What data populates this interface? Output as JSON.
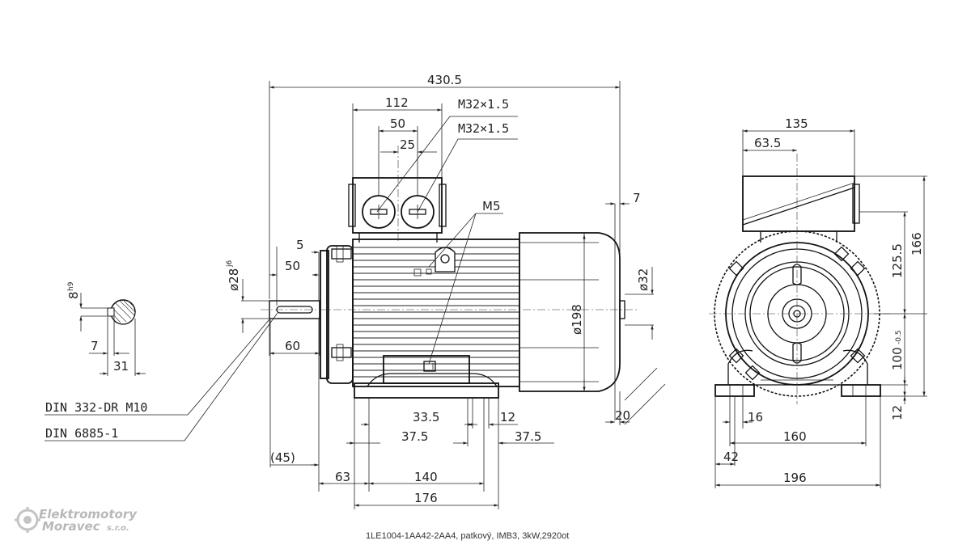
{
  "dims": {
    "overall_length": "430.5",
    "terminal_box_width": "112",
    "gland_spacing": "50",
    "gland_offset": "25",
    "gland_thread_1": "M32×1.5",
    "gland_thread_2": "M32×1.5",
    "earth_thread": "M5",
    "shaft_end_offset": "7",
    "key_offset": "5",
    "key_length": "50",
    "shaft_diameter": "ø28",
    "shaft_tol": "j6",
    "shaft_length": "60",
    "frame_diameter": "ø198",
    "rear_diameter": "ø32",
    "foot_slot_left": "33.5",
    "foot_slot_left2": "37.5",
    "foot_slot_right": "12",
    "foot_slot_right2": "37.5",
    "rear_offset": "20",
    "shaft_shoulder": "(45)",
    "shaft_to_foot": "63",
    "foot_hole_spacing": "140",
    "foot_length": "176",
    "end_top_width": "135",
    "end_box_offset": "63.5",
    "end_overall_height": "166",
    "end_box_height": "125.5",
    "shaft_height": "100",
    "shaft_height_tol": "-0.5",
    "foot_thickness": "12",
    "foot_hole_dia": "16",
    "foot_width": "160",
    "foot_edge": "42",
    "overall_width": "196",
    "key_height": "8",
    "key_tol": "h9",
    "key_width": "7",
    "key_depth": "31"
  },
  "standards": {
    "center_hole": "DIN 332-DR M10",
    "key": "DIN 6885-1"
  },
  "logo": {
    "line1": "Elektromotory",
    "line2": "Moravec",
    "line3": "s.r.o."
  },
  "caption": "1LE1004-1AA42-2AA4, patkový, IMB3, 3kW,2920ot",
  "colors": {
    "line": "#111111",
    "logo": "#b8b8b8"
  }
}
